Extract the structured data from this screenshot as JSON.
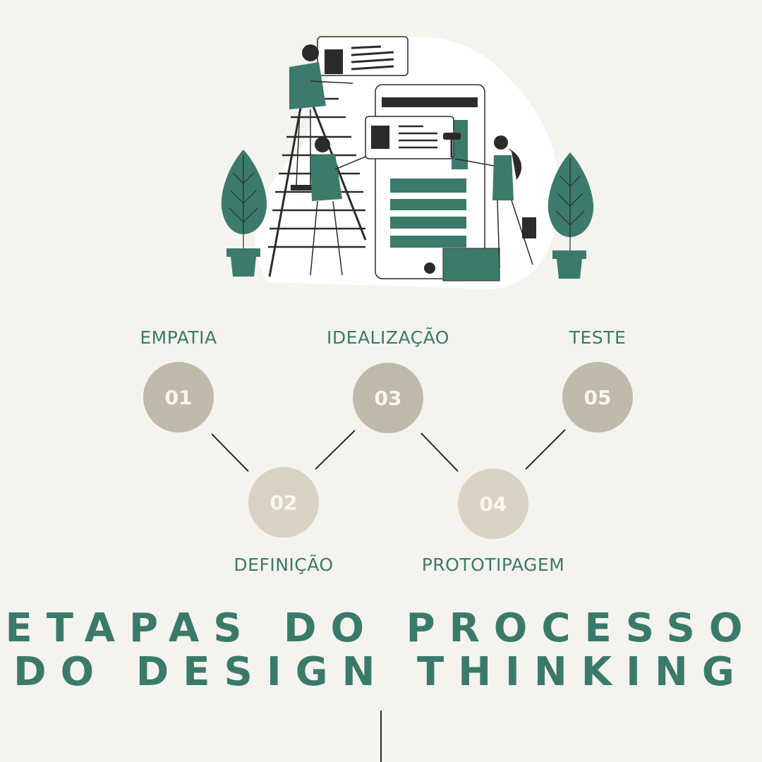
{
  "colors": {
    "background": "#F4F3EE",
    "teal": "#3C7A6C",
    "circle_dark": "#C0BAAA",
    "circle_light": "#D8D3C3",
    "circle_text": "#FAF6EC",
    "line": "#2B2B2B"
  },
  "illustration": {
    "description": "Team building a mobile app UI: person on ladder holding card, person holding card, woman painting with roller, potted plants",
    "icons": [
      "ladder-icon",
      "phone-mockup-icon",
      "plant-icon",
      "paint-roller-icon",
      "paint-bucket-icon"
    ]
  },
  "steps": [
    {
      "number": "01",
      "label": "EMPATIA"
    },
    {
      "number": "02",
      "label": "DEFINIÇÃO"
    },
    {
      "number": "03",
      "label": "IDEALIZAÇÃO"
    },
    {
      "number": "04",
      "label": "PROTOTIPAGEM"
    },
    {
      "number": "05",
      "label": "TESTE"
    }
  ],
  "title": {
    "line1": "ETAPAS DO PROCESSO",
    "line2": "DO DESIGN THINKING"
  }
}
